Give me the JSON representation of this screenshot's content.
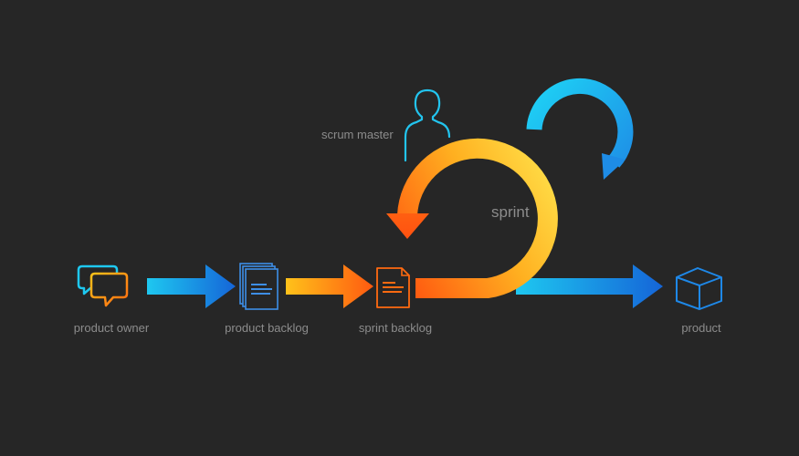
{
  "labels": {
    "product_owner": "product owner",
    "product_backlog": "product backlog",
    "sprint_backlog": "sprint backlog",
    "product": "product",
    "scrum_master": "scrum master",
    "sprint": "sprint"
  },
  "icons": {
    "product_owner": "speech-bubbles-icon",
    "product_backlog": "documents-stack-icon",
    "sprint_backlog": "document-icon",
    "scrum_master": "person-icon",
    "product": "cube-icon"
  },
  "colors": {
    "background": "#262626",
    "label": "#8c8c8c",
    "blue_light": "#1ec8f0",
    "blue_dark": "#1565d8",
    "orange": "#ff6a10",
    "yellow": "#ffe14a"
  }
}
